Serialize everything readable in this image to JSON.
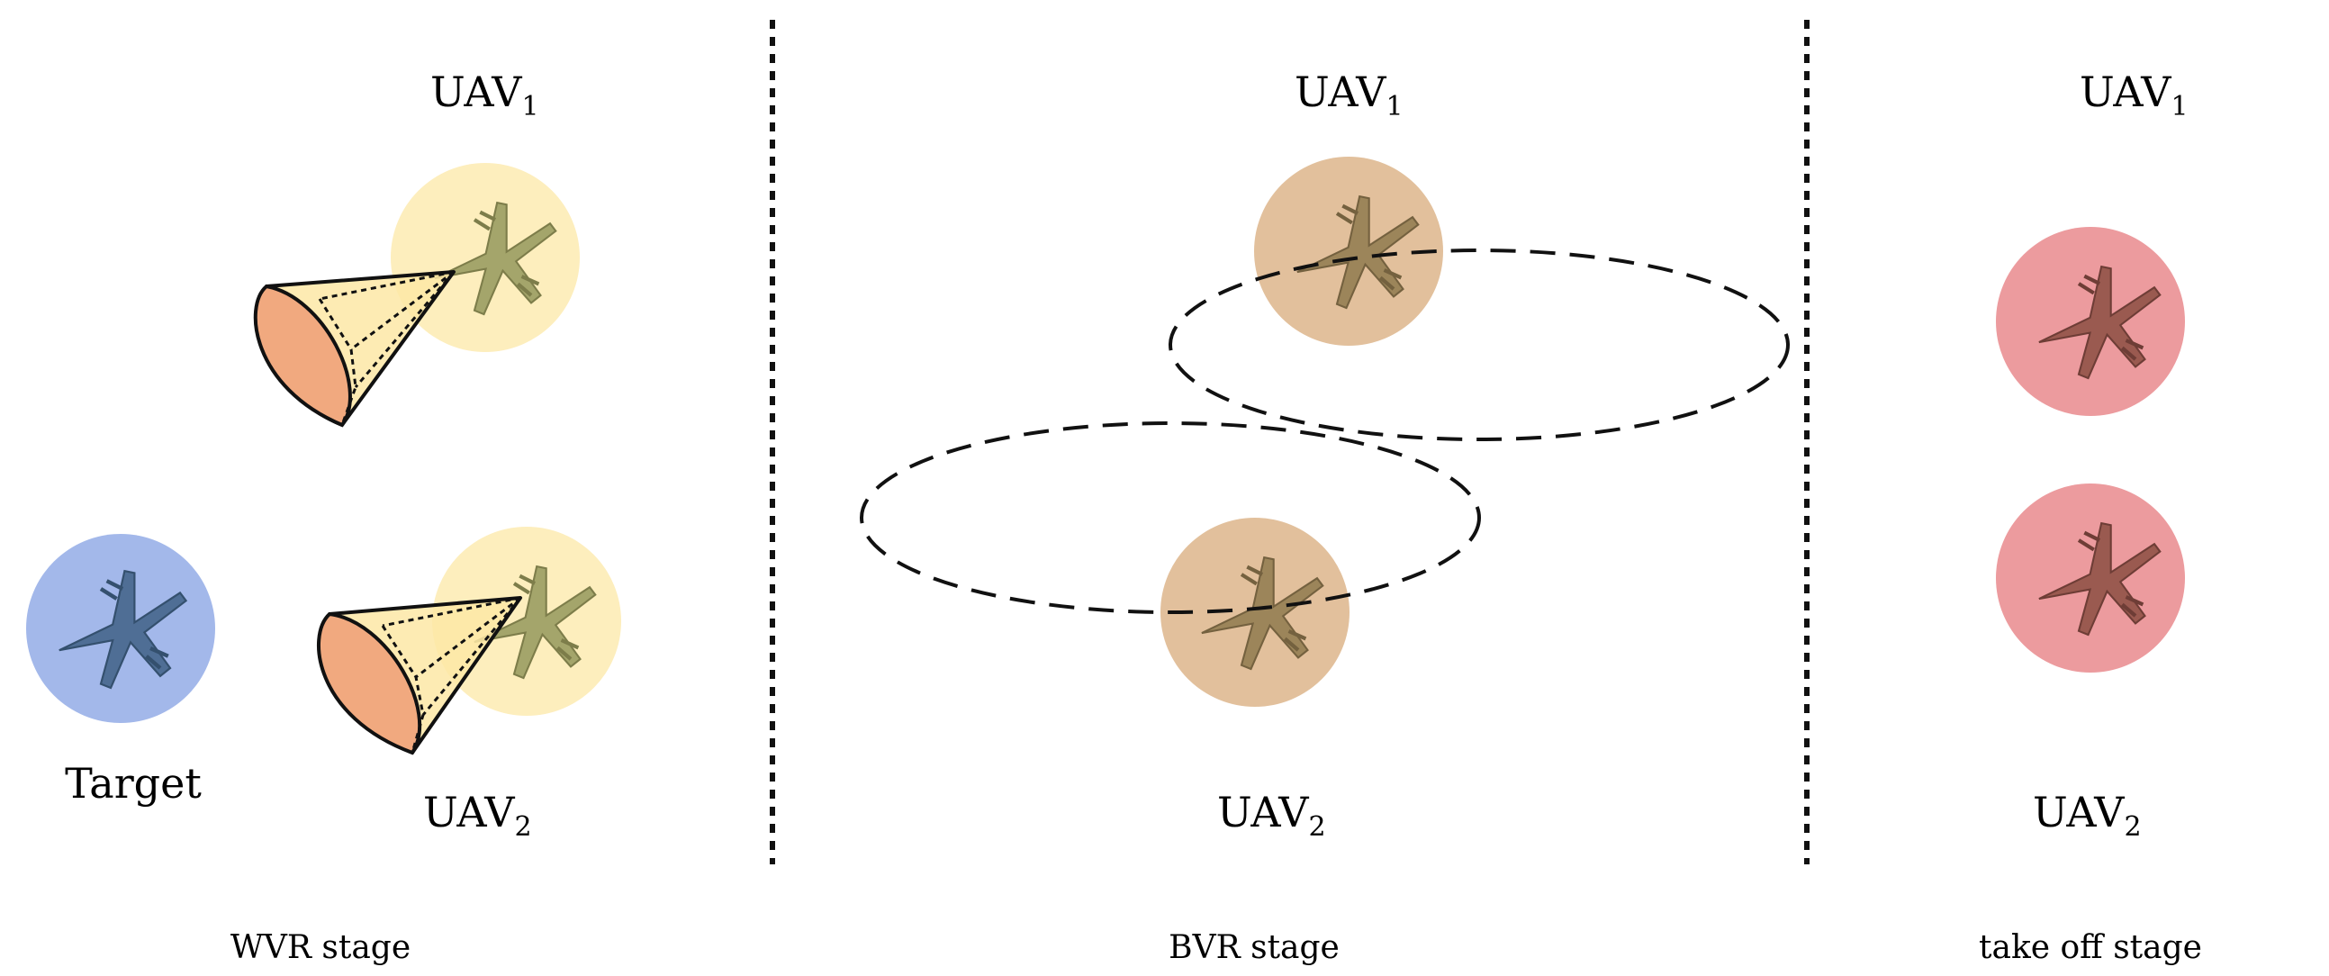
{
  "labels": {
    "uav": "UAV",
    "sub1": "1",
    "sub2": "2",
    "target": "Target"
  },
  "stages": {
    "wvr": "WVR stage",
    "bvr": "BVR stage",
    "takeoff": "take off stage"
  },
  "icons": {
    "aircraft": "fighter-jet-icon"
  },
  "colors": {
    "target_fill": "#a3b8ea",
    "wvr_uav_fill": "#fdeebd",
    "bvr_uav_fill": "#e2c09c",
    "takeoff_uav_fill": "#ec9b9e",
    "cone_fill": "#fde7a6",
    "cone_base_fill": "#f1a97f"
  }
}
